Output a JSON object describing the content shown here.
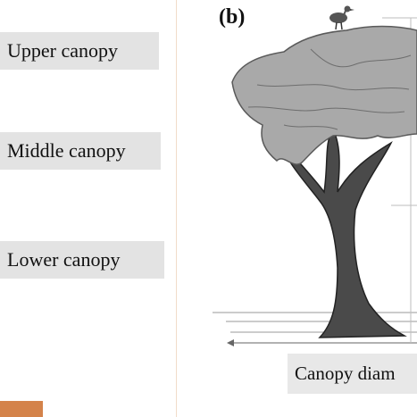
{
  "labels": {
    "upper": "Upper canopy",
    "middle": "Middle canopy",
    "lower": "Lower canopy"
  },
  "panel_letter": "(b)",
  "diameter_label": "Canopy diam",
  "colors": {
    "label_bg": "#e3e3e3",
    "canopy": "#a9a9a9",
    "trunk": "#4a4a4a",
    "accent": "#d4834a"
  }
}
